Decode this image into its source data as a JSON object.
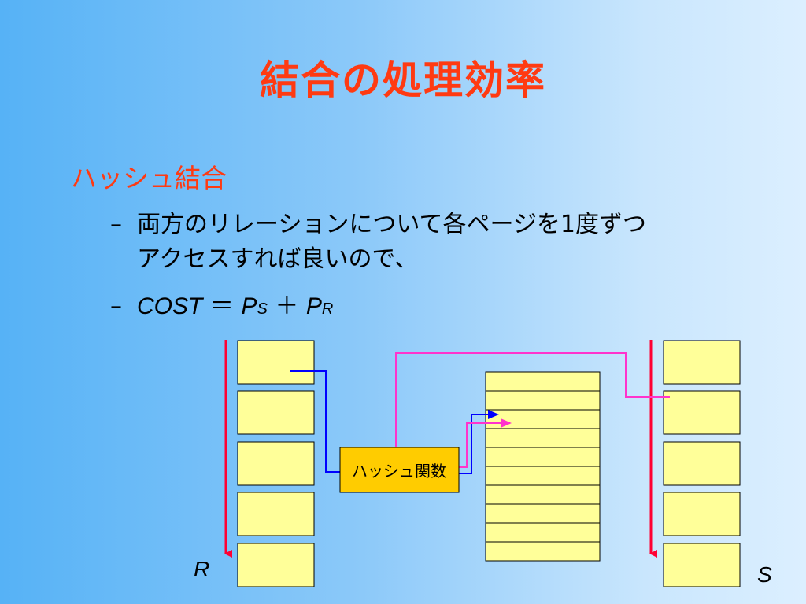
{
  "slide": {
    "title": "結合の処理効率",
    "section": "ハッシュ結合",
    "bullet1": {
      "dash": "–",
      "line1": "両方のリレーションについて各ページを1度ずつ",
      "line2": "アクセスすれば良いので、"
    },
    "bullet2": {
      "dash": "–",
      "cost": "COST",
      "eq": "＝",
      "p": "P",
      "sub_s": "S",
      "plus": "＋",
      "sub_r": "R"
    }
  },
  "diagram": {
    "hash_function_label": "ハッシュ関数",
    "relation_r_label": "R",
    "relation_s_label": "S",
    "colors": {
      "page_fill": "#ffff99",
      "hash_box_fill": "#ffcc00",
      "arrow_red": "#ff0033",
      "line_blue": "#0000ff",
      "line_magenta": "#ff33cc"
    }
  }
}
